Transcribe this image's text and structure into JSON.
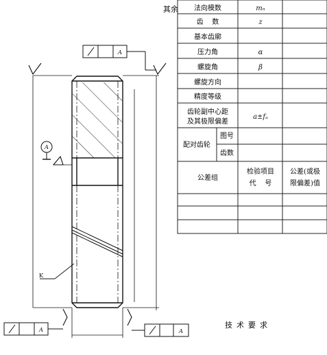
{
  "corner_note": "其余",
  "table": {
    "rows": [
      {
        "label": "法向模数",
        "symbol": "mₙ",
        "value": ""
      },
      {
        "label": "齿    数",
        "symbol": "z",
        "value": ""
      },
      {
        "label": "基本齿廓",
        "symbol": "",
        "value": ""
      },
      {
        "label": "压力角",
        "symbol": "α",
        "value": ""
      },
      {
        "label": "螺旋角",
        "symbol": "β",
        "value": ""
      },
      {
        "label": "螺旋方向",
        "symbol": "",
        "value": ""
      },
      {
        "label": "精度等级",
        "symbol": "",
        "value": ""
      }
    ],
    "center_distance_label_1": "齿轮副中心距",
    "center_distance_label_2": "及其极限偏差",
    "center_distance_symbol": "a±fₐ",
    "mating_gear_label": "配对齿轮",
    "mating_drawing_no": "图号",
    "mating_teeth": "齿数",
    "tolerance_group_label": "公差组",
    "inspection_item_1": "检验项目",
    "inspection_item_2": "代    号",
    "tolerance_value_1": "公差(或极",
    "tolerance_value_2": "限偏差)值"
  },
  "drawing": {
    "datum_letter": "A",
    "frame_letter": "A",
    "label_k": "K"
  },
  "technical_requirements": "技术要求"
}
